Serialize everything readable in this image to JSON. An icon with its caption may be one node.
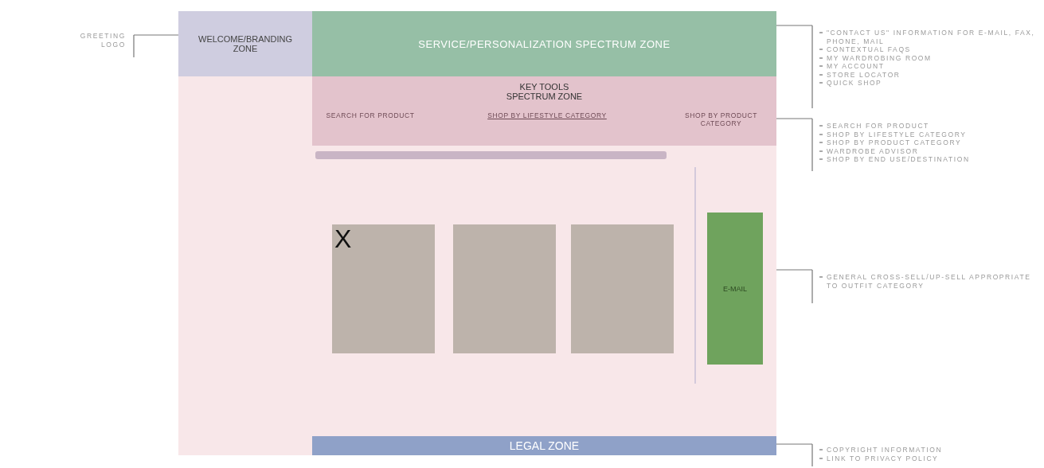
{
  "diagram": {
    "nodes": [
      {
        "text": [
          "WELCOME/BRANDING ZONE"
        ]
      },
      {
        "text": [
          "SERVICE/PERSONALIZATION SPECTRUM ZONE"
        ]
      },
      {
        "text": [
          "KEY TOOLS SPECTRUM ZONE"
        ]
      },
      {
        "text": [
          "SEARCH FOR PRODUCT"
        ],
        "in": 2
      },
      {
        "text": [
          "SHOP BY LIFESTYLE CATEGORY"
        ],
        "in": 2
      },
      {
        "text": [
          "SHOP BY PRODUCT CATEGORY"
        ],
        "in": 2
      },
      {
        "text": [],
        "shape": "bar"
      },
      {
        "text": [],
        "shape": "box"
      },
      {
        "text": [],
        "shape": "box"
      },
      {
        "text": [],
        "shape": "box"
      },
      {
        "text": [
          "E-MAIL"
        ]
      },
      {
        "text": [
          "LEGAL ZONE"
        ]
      },
      {
        "text": [
          "GREETING",
          "LOGO"
        ]
      },
      {
        "text": [
          "\"CONTACT US\" INFORMATION FOR E-MAIL, FAX, PHONE, MAIL",
          "CONTEXTUAL FAQS",
          "MY WARDROBING ROOM",
          "MY ACCOUNT",
          "STORE LOCATOR",
          "QUICK SHOP"
        ]
      },
      {
        "text": [
          "SEARCH FOR PRODUCT",
          "SHOP BY LIFESTYLE CATEGORY",
          "SHOP BY PRODUCT CATEGORY",
          "WARDROBE ADVISOR",
          "SHOP BY END USE/DESTINATION"
        ]
      },
      {
        "text": [
          "GENERAL CROSS-SELL/UP-SELL APPROPRIATE TO OUTFIT CATEGORY"
        ]
      },
      {
        "text": [
          "COPYRIGHT INFORMATION",
          "LINK TO PRIVACY POLICY"
        ]
      }
    ],
    "edges": [
      {
        "from": 0,
        "to": 12,
        "arrow": "none"
      },
      {
        "from": 1,
        "to": 13,
        "arrow": "none"
      },
      {
        "from": 2,
        "to": 14,
        "arrow": "none"
      },
      {
        "from": 10,
        "to": 15,
        "arrow": "none"
      },
      {
        "from": 11,
        "to": 16,
        "arrow": "none"
      }
    ],
    "labels": [
      "X"
    ]
  }
}
